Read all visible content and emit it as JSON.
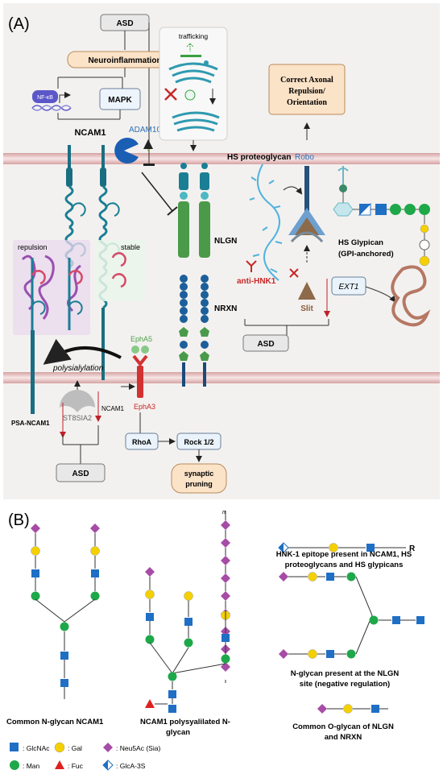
{
  "panel_a": {
    "label": "(A)",
    "asd_top": "ASD",
    "neuroinflammation": "Neuroinflammation",
    "nfkb": "NF-κB",
    "mapk": "MAPK",
    "ncam1": "NCAM1",
    "adam10": "ADAM10",
    "trafficking": "trafficking",
    "correct_axonal": [
      "Correct Axonal",
      "Repulsion/",
      "Orientation"
    ],
    "hs_proteoglycan": "HS proteoglycan",
    "robo": "Robo",
    "hs_glypican": [
      "HS Glypican",
      "(GPI-anchored)"
    ],
    "nlgn": "NLGN",
    "nrxn": "NRXN",
    "anti_hnk1": "anti-HNK1",
    "slit": "Slit",
    "ext1": "EXT1",
    "asd_right": "ASD",
    "repulsion": "repulsion",
    "stable": "stable",
    "polysialylation": "polysialylation",
    "epha5": "EphA5",
    "epha3": "EphA3",
    "psa_ncam1": "PSA-NCAM1",
    "st8sia2": "ST8SIA2",
    "ncam1_small": "NCAM1",
    "rhoa": "RhoA",
    "rock": "Rock 1/2",
    "synaptic_pruning": [
      "synaptic",
      "pruning"
    ],
    "asd_bottom": "ASD"
  },
  "panel_b": {
    "label": "(B)",
    "hnk1_title": [
      "HNK-1 epitope present in NCAM1, HS",
      "proteoglycans and HS glypicans"
    ],
    "common_nglycan": "Common N-glycan NCAM1",
    "polysialylated": [
      "NCAM1 polysyalilated N-",
      "glycan"
    ],
    "nlgn_nglycan": [
      "N-glycan present at the NLGN",
      "site (negative regulation)"
    ],
    "oglycan": [
      "Common O-glycan of NLGN",
      "and NRXN"
    ],
    "r_label": "R",
    "n_label": "n",
    "legend": {
      "glcnac": ": GlcNAc",
      "gal": ": Gal",
      "neu5ac": ": Neu5Ac (Sia)",
      "man": ": Man",
      "fuc": ": Fuc",
      "glca": ": GlcA-3S"
    }
  },
  "colors": {
    "glcnac": "#1f6fc5",
    "gal": "#f5d000",
    "neu5ac": "#a64ca6",
    "man": "#1ea84a",
    "fuc": "#e02020",
    "ncam_teal": "#1a7f95",
    "nlgn_green": "#4a9a4a",
    "membrane": "#c98b8b",
    "membrane_fill": "#f2dcdc",
    "asd_box": "#e6e6e6",
    "neuro_box": "#fbe3c8",
    "correct_box": "#fbe3c8"
  }
}
